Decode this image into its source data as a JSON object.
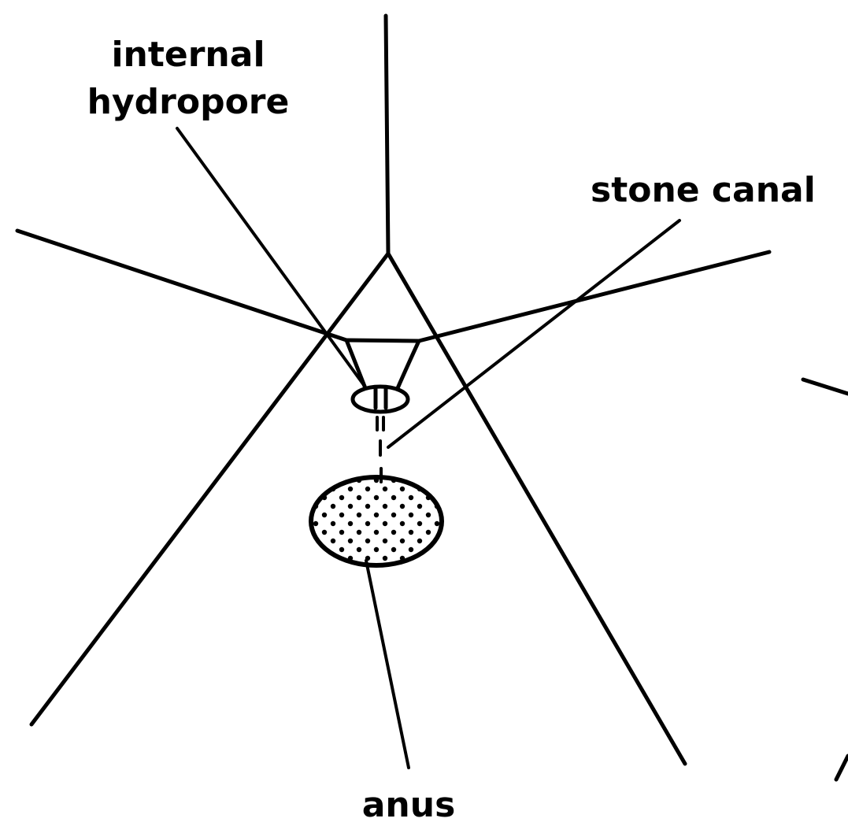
{
  "labels": {
    "internal_hydropore_line1": "internal",
    "internal_hydropore_line2": "hydropore",
    "stone_canal": "stone canal",
    "anus": "anus"
  },
  "colors": {
    "ink": "#000000",
    "background": "#ffffff"
  }
}
